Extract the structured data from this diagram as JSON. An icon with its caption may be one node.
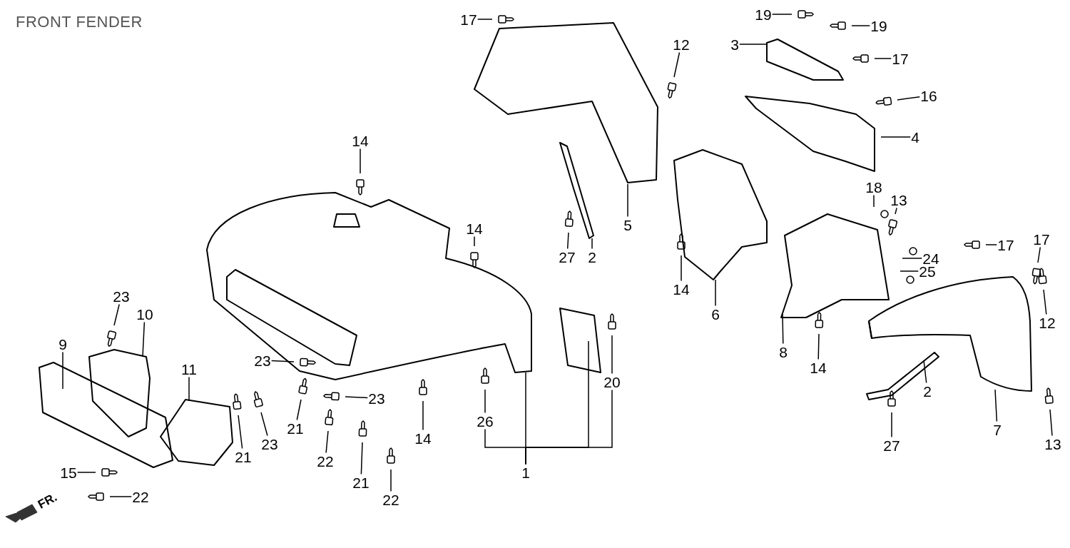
{
  "diagram": {
    "title": "FRONT FENDER",
    "nodes": [
      {
        "text": [
          "17"
        ]
      },
      {
        "text": [
          "12"
        ]
      },
      {
        "text": [
          "19"
        ]
      },
      {
        "text": [
          "19"
        ]
      },
      {
        "text": [
          "3"
        ]
      },
      {
        "text": [
          "17"
        ]
      },
      {
        "text": [
          "16"
        ]
      },
      {
        "text": [
          "4"
        ]
      },
      {
        "text": [
          "14"
        ]
      },
      {
        "text": [
          "5"
        ]
      },
      {
        "text": [
          "14"
        ]
      },
      {
        "text": [
          "27"
        ]
      },
      {
        "text": [
          "2"
        ]
      },
      {
        "text": [
          "18"
        ]
      },
      {
        "text": [
          "13"
        ]
      },
      {
        "text": [
          "17"
        ]
      },
      {
        "text": [
          "17"
        ]
      },
      {
        "text": [
          "24"
        ]
      },
      {
        "text": [
          "25"
        ]
      },
      {
        "text": [
          "14"
        ]
      },
      {
        "text": [
          "6"
        ]
      },
      {
        "text": [
          "23"
        ]
      },
      {
        "text": [
          "10"
        ]
      },
      {
        "text": [
          "9"
        ]
      },
      {
        "text": [
          "11"
        ]
      },
      {
        "text": [
          "23"
        ]
      },
      {
        "text": [
          "8"
        ]
      },
      {
        "text": [
          "14"
        ]
      },
      {
        "text": [
          "12"
        ]
      },
      {
        "text": [
          "20"
        ]
      },
      {
        "text": [
          "23"
        ]
      },
      {
        "text": [
          "23"
        ]
      },
      {
        "text": [
          "21"
        ]
      },
      {
        "text": [
          "2"
        ]
      },
      {
        "text": [
          "21"
        ]
      },
      {
        "text": [
          "22"
        ]
      },
      {
        "text": [
          "26"
        ]
      },
      {
        "text": [
          "14"
        ]
      },
      {
        "text": [
          "7"
        ]
      },
      {
        "text": [
          "27"
        ]
      },
      {
        "text": [
          "13"
        ]
      },
      {
        "text": [
          "21"
        ]
      },
      {
        "text": [
          "22"
        ]
      },
      {
        "text": [
          "1"
        ]
      },
      {
        "text": [
          "15"
        ]
      },
      {
        "text": [
          "22"
        ]
      }
    ],
    "edges": [
      {
        "from": 0,
        "to": null,
        "arrow": "none"
      },
      {
        "from": 1,
        "to": null,
        "arrow": "none"
      },
      {
        "from": 2,
        "to": null,
        "arrow": "none"
      },
      {
        "from": 3,
        "to": null,
        "arrow": "none"
      },
      {
        "from": 4,
        "to": null,
        "arrow": "none"
      },
      {
        "from": 5,
        "to": null,
        "arrow": "none"
      },
      {
        "from": 6,
        "to": null,
        "arrow": "none"
      },
      {
        "from": 7,
        "to": null,
        "arrow": "none"
      },
      {
        "from": 8,
        "to": null,
        "arrow": "none"
      },
      {
        "from": 9,
        "to": null,
        "arrow": "none"
      },
      {
        "from": 10,
        "to": null,
        "arrow": "none"
      },
      {
        "from": 11,
        "to": null,
        "arrow": "none"
      },
      {
        "from": 12,
        "to": null,
        "arrow": "none"
      },
      {
        "from": 13,
        "to": null,
        "arrow": "none"
      },
      {
        "from": 14,
        "to": null,
        "arrow": "none"
      },
      {
        "from": 15,
        "to": null,
        "arrow": "none"
      },
      {
        "from": 16,
        "to": null,
        "arrow": "none"
      },
      {
        "from": 17,
        "to": null,
        "arrow": "none"
      },
      {
        "from": 18,
        "to": null,
        "arrow": "none"
      },
      {
        "from": 19,
        "to": null,
        "arrow": "none"
      },
      {
        "from": 20,
        "to": null,
        "arrow": "none"
      },
      {
        "from": 21,
        "to": null,
        "arrow": "none"
      },
      {
        "from": 22,
        "to": null,
        "arrow": "none"
      },
      {
        "from": 23,
        "to": null,
        "arrow": "none"
      },
      {
        "from": 24,
        "to": null,
        "arrow": "none"
      },
      {
        "from": 25,
        "to": null,
        "arrow": "none"
      },
      {
        "from": 26,
        "to": null,
        "arrow": "none"
      },
      {
        "from": 27,
        "to": null,
        "arrow": "none"
      },
      {
        "from": 28,
        "to": null,
        "arrow": "none"
      },
      {
        "from": 29,
        "to": null,
        "arrow": "none"
      },
      {
        "from": 30,
        "to": null,
        "arrow": "none"
      },
      {
        "from": 31,
        "to": null,
        "arrow": "none"
      },
      {
        "from": 32,
        "to": null,
        "arrow": "none"
      },
      {
        "from": 33,
        "to": null,
        "arrow": "none"
      },
      {
        "from": 34,
        "to": null,
        "arrow": "none"
      },
      {
        "from": 35,
        "to": null,
        "arrow": "none"
      },
      {
        "from": 36,
        "to": null,
        "arrow": "none"
      },
      {
        "from": 37,
        "to": null,
        "arrow": "none"
      },
      {
        "from": 38,
        "to": null,
        "arrow": "none"
      },
      {
        "from": 39,
        "to": null,
        "arrow": "none"
      },
      {
        "from": 40,
        "to": null,
        "arrow": "none"
      },
      {
        "from": 41,
        "to": null,
        "arrow": "none"
      },
      {
        "from": 42,
        "to": null,
        "arrow": "none"
      },
      {
        "from": 43,
        "to": null,
        "arrow": "none"
      },
      {
        "from": 44,
        "to": null,
        "arrow": "none"
      },
      {
        "from": 45,
        "to": null,
        "arrow": "none"
      },
      {
        "from": 43,
        "to": 36,
        "arrow": "none"
      },
      {
        "from": 43,
        "to": 29,
        "arrow": "none"
      },
      {
        "from": 43,
        "to": null,
        "arrow": "none"
      }
    ],
    "labels": [
      "FR."
    ]
  }
}
